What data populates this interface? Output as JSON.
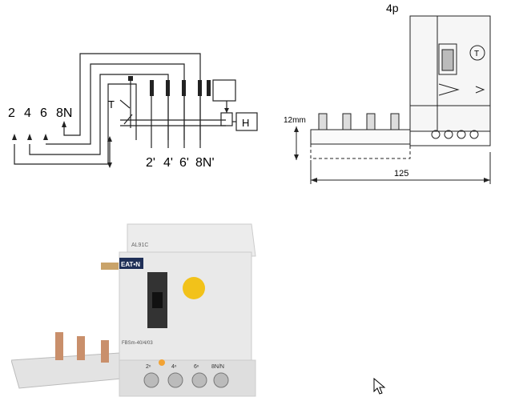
{
  "schematic": {
    "inputs": [
      "2",
      "4",
      "6",
      "8N"
    ],
    "outputs": [
      "2'",
      "4'",
      "6'",
      "8N'"
    ],
    "test_label": "T",
    "trip_label": "H"
  },
  "dimension_drawing": {
    "poles_label": "4p",
    "height_label": "12mm",
    "width_label": "125",
    "test_button_glyph": "T"
  },
  "product_photo": {
    "brand": "EAT•N",
    "label_top": "AL91C",
    "model_text": "FBSm-40/4/03",
    "terminal_labels": [
      "2ⁿ",
      "4ⁿ",
      "6ⁿ",
      "8N/N"
    ]
  },
  "colors": {
    "line": "#222222",
    "device_gray": "#e6e6e6",
    "test_button_yellow": "#f2c21a",
    "busbar_copper": "#c98f6b"
  },
  "cursor": {
    "icon": "mouse-pointer-icon"
  }
}
